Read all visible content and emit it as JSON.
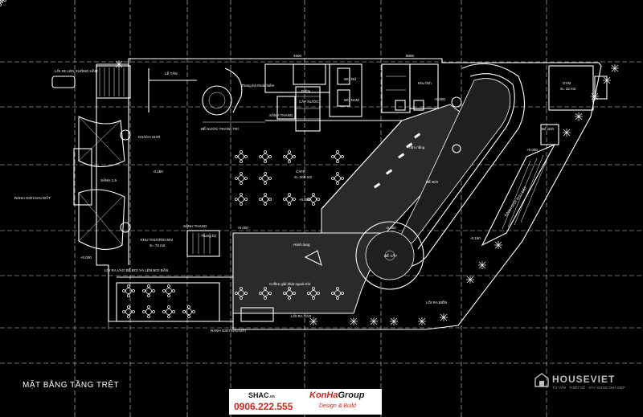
{
  "drawing": {
    "title": "MẶT BẰNG  TẦNG TRỆT",
    "rooms": {
      "le_tan": "LỄ TÂN",
      "loi_len_xuong_ham": "LỐI XE LÊN XUỐNG HẦM",
      "sanh_tang": "SẢNH THANG",
      "sanh_thang_2": "SẢNH THANG",
      "be_nuoc_trang_tri": "BỂ NƯỚC TRANG TRÍ",
      "khach_cho": "KHÁCH CHỜ",
      "cafe": "CAFE",
      "cafe_area": "S= 200 m2",
      "khu_thuong_mai": "KHU THƯƠNG MẠI",
      "khu_thuong_mai_area": "S= 72 m2",
      "ranh_gioi_khu_dat_left": "RANH GIỚI KHU ĐẤT",
      "ranh_gioi_khu_dat_bottom": "RANH GIỚI KHU ĐẤT",
      "ranh_gioi_khu_dat_right": "RANH GIỚI KHU ĐẤT",
      "gym": "GYM",
      "gym_area": "S= 32 m2",
      "be_boi": "BỂ BƠI",
      "be_vay": "BỂ VẦY",
      "tam_nang": "Tắm nắng",
      "loi_ra_vao_be_boi": "LỐI RA VÀO BỂ BƠI VÀ LÊN BƠI BẮN",
      "loi_ra_vao": "LỐI RA VÀO",
      "loi_ra_bien": "LỐI RA BIỂN",
      "hanh_lang": "Hành lang",
      "thang_bo_thoat_hiem": "Thang bộ thoát hiểm",
      "be_sinh": "Bể sinh",
      "san_h": "SẢNH 1.5",
      "coffee_ngoai_troi": "Coffee giải khát ngoài trời",
      "wc_nu": "WC NỮ",
      "wc_nam": "WC NAM",
      "dien": "ĐIỆN",
      "cap_nuoc": "CẤP NƯỚC",
      "khu_tinh": "Khu tĩnh",
      "thang_bo": "Thang bộ"
    },
    "levels": {
      "l1": "+0.000",
      "l2": "-0.150",
      "l3": "+0.000",
      "l4": "-0.150",
      "l5": "+0.000",
      "l6": "+0.000",
      "l7": "-0.300",
      "l8": "+0.000"
    },
    "dims": {
      "d1": "4600",
      "d2": "8000"
    }
  },
  "titleblock": {
    "shac": "SHAC",
    "shac_vn": ".vn",
    "phone": "0906.222.555",
    "brand_a": "KonHa",
    "brand_b": "Group",
    "tagline": "Design & Build"
  },
  "watermark": {
    "name": "HOUSEVIET",
    "sub": "TƯ VẤN · THIẾT KẾ · XÂY DỰNG NHÀ ĐẸP"
  }
}
